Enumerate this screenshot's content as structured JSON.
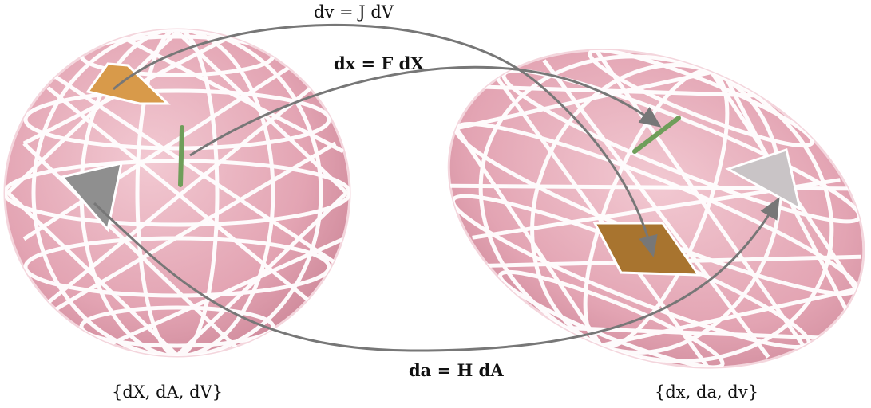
{
  "labels": {
    "volume_map": "dv = J dV",
    "line_map": "dx = F dX",
    "area_map": "da = H dA",
    "reference_set": "{dX, dA, dV}",
    "current_set": "{dx, da, dv}"
  },
  "colors": {
    "body_fill": "#e9b2bf",
    "mesh": "#ffffff",
    "line_element": "#6f9e5a",
    "area_element": "#9a9a9a",
    "volume_element": "#c98a3a",
    "arrow": "#777777"
  }
}
